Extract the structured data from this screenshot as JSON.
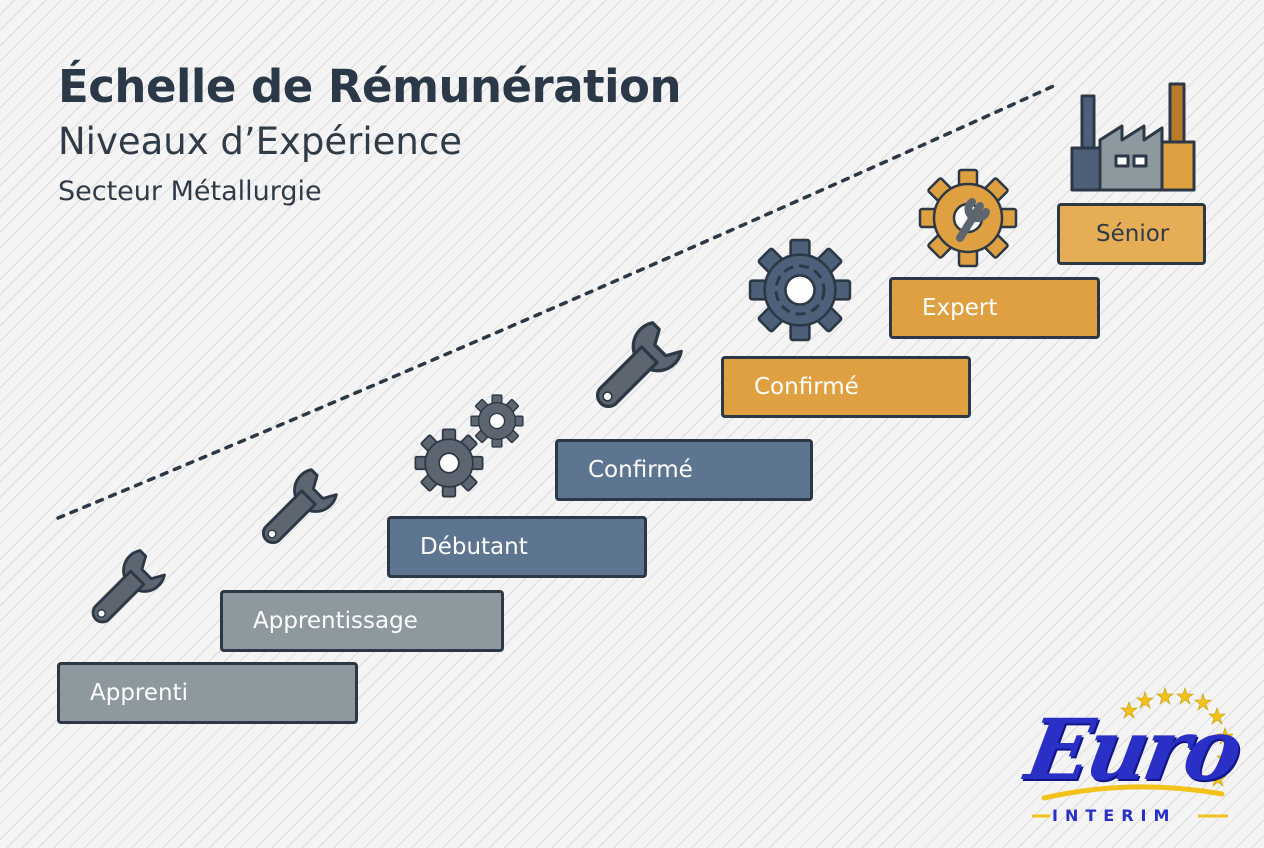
{
  "header": {
    "title": "Échelle de Rémunération",
    "subtitle": "Niveaux d’Expérience",
    "sector": "Secteur Métallurgie"
  },
  "steps": [
    {
      "label": "Apprenti",
      "color": "#8e989f"
    },
    {
      "label": "Apprentissage",
      "color": "#8e989f"
    },
    {
      "label": "Débutant",
      "color": "#5e7591"
    },
    {
      "label": "Confirmé",
      "color": "#5e7591"
    },
    {
      "label": "Confirmé",
      "color": "#dfa042"
    },
    {
      "label": "Expert",
      "color": "#dfa042"
    },
    {
      "label": "Sénior",
      "color": "#e6ad57"
    }
  ],
  "icons": [
    "wrench-icon",
    "wrench-icon",
    "gears-icon",
    "wrench-icon",
    "gear-icon",
    "gear-wrench-icon",
    "factory-icon"
  ],
  "logo": {
    "word": "Euro",
    "sub": "INTERIM",
    "colors": {
      "blue": "#2a2fc6",
      "gold": "#f2c21a"
    }
  },
  "colors": {
    "dark": "#2c3845",
    "gray": "#8e989f",
    "blue": "#5e7591",
    "orange": "#dfa042",
    "icon_gray": "#5d6670",
    "icon_blue": "#4e6079"
  }
}
